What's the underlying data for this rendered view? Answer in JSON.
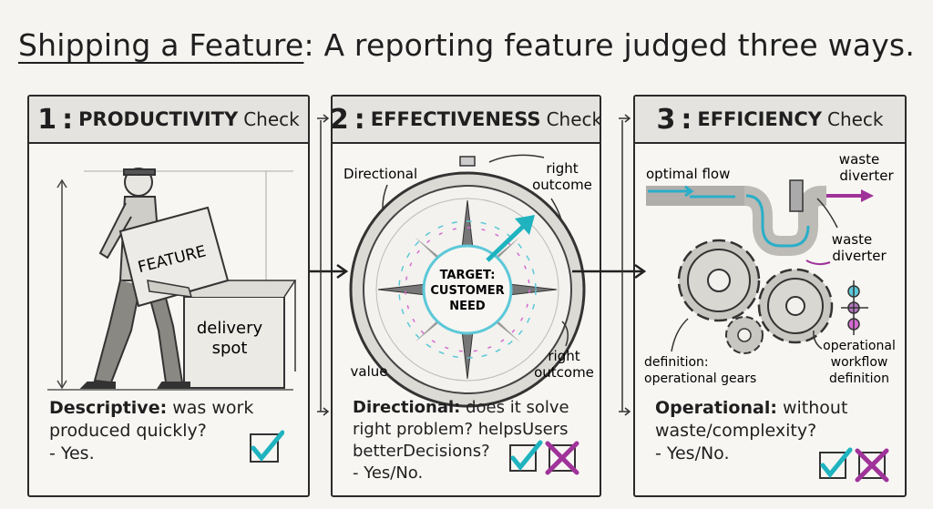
{
  "header": {
    "title_main": "Shipping a Feature",
    "title_colon": ":",
    "title_rest": "A reporting feature judged three ways."
  },
  "panels": [
    {
      "number": "1",
      "key": "PRODUCTIVITY",
      "sub": "Check",
      "labels": {
        "box": "FEATURE",
        "spot_line1": "delivery",
        "spot_line2": "spot"
      },
      "desc_lead": "Descriptive:",
      "desc_rest": "was work produced quickly?",
      "answer": "- Yes."
    },
    {
      "number": "2",
      "key": "EFFECTIVENESS",
      "sub": "Check",
      "labels": {
        "directional": "Directional",
        "right_outcome_top_1": "right",
        "right_outcome_top_2": "outcome",
        "target_1": "TARGET:",
        "target_2": "CUSTOMER",
        "target_3": "NEED",
        "value": "value",
        "right_outcome_bottom_1": "right",
        "right_outcome_bottom_2": "outcome"
      },
      "desc_lead": "Directional:",
      "desc_rest": "does it solve right problem? helpsUsers betterDecisions?",
      "answer": "- Yes/No."
    },
    {
      "number": "3",
      "key": "EFFICIENCY",
      "sub": "Check",
      "labels": {
        "optimal_flow": "optimal flow",
        "waste_diverter_top_1": "waste",
        "waste_diverter_top_2": "diverter",
        "waste_diverter_mid_1": "waste",
        "waste_diverter_mid_2": "diverter",
        "definition_1": "definition:",
        "definition_2": "operational gears",
        "operational_1": "operational",
        "operational_2": "workflow",
        "operational_3": "definition"
      },
      "desc_lead": "Operational:",
      "desc_rest": "without waste/complexity?",
      "answer": "- Yes/No."
    }
  ],
  "colors": {
    "check": "#1fb3bf",
    "cross": "#a0339a",
    "ink": "#2a2a2a",
    "pipe_flow": "#2aaec8",
    "compass_pink": "#d46ad0",
    "compass_cyan": "#5cc8d8"
  }
}
